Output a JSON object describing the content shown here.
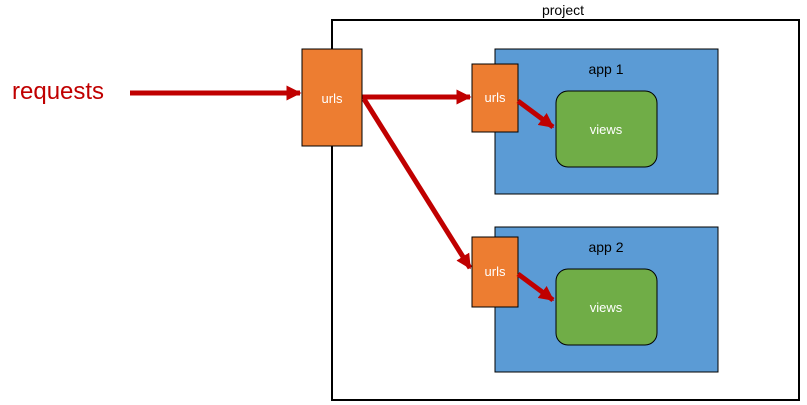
{
  "diagram": {
    "project_label": "project",
    "requests_label": "requests",
    "main_urls_label": "urls",
    "apps": [
      {
        "title": "app 1",
        "urls_label": "urls",
        "views_label": "views"
      },
      {
        "title": "app 2",
        "urls_label": "urls",
        "views_label": "views"
      }
    ]
  },
  "colors": {
    "project_border": "#000000",
    "app_fill": "#5b9bd5",
    "urls_fill": "#ed7d31",
    "views_fill": "#70ad47",
    "arrow": "#c00000",
    "requests_text": "#c00000",
    "label_text": "#000000",
    "box_text": "#ffffff"
  }
}
